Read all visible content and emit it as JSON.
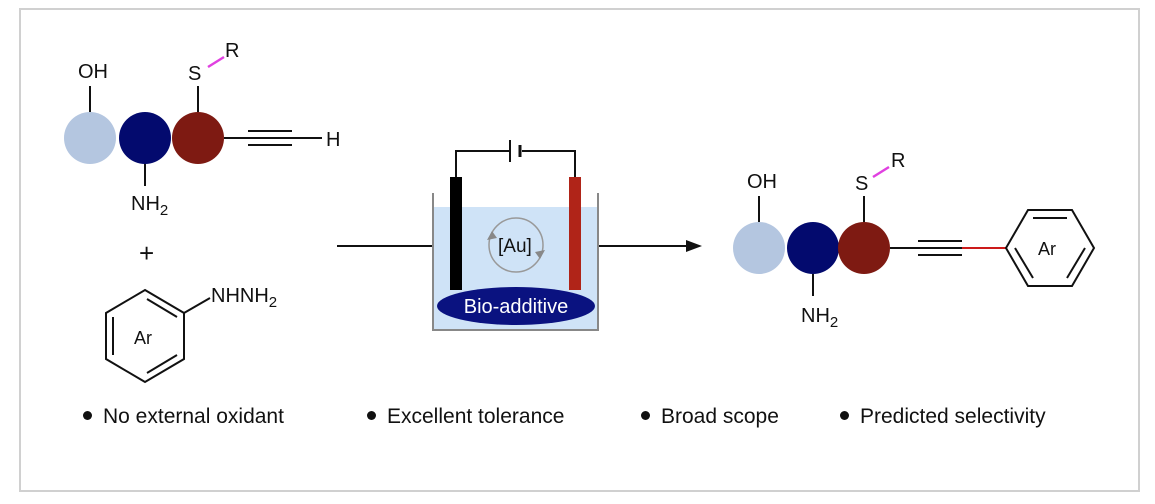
{
  "colors": {
    "light_blue_bead": "#b4c6e0",
    "navy_bead": "#030a6e",
    "dark_red_bead": "#7e1a12",
    "magenta_bond": "#e040e0",
    "red_bond": "#cc1a1a",
    "electrolyte": "#cfe3f7",
    "bio_additive_fill": "#0a1280",
    "frame_border": "#d0d0d0"
  },
  "reactant_peptide": {
    "oh": "OH",
    "s": "S",
    "r": "R",
    "h": "H",
    "nh": "NH",
    "nh_sub": "2"
  },
  "plus": "+",
  "reagent": {
    "ring": "Ar",
    "group": "NHNH",
    "group_sub": "2"
  },
  "cell": {
    "catalyst": "[Au]",
    "additive": "Bio-additive"
  },
  "product": {
    "oh": "OH",
    "s": "S",
    "r": "R",
    "nh": "NH",
    "nh_sub": "2",
    "ring": "Ar"
  },
  "bullets": [
    "No external oxidant",
    "Excellent tolerance",
    "Broad scope",
    "Predicted selectivity"
  ]
}
